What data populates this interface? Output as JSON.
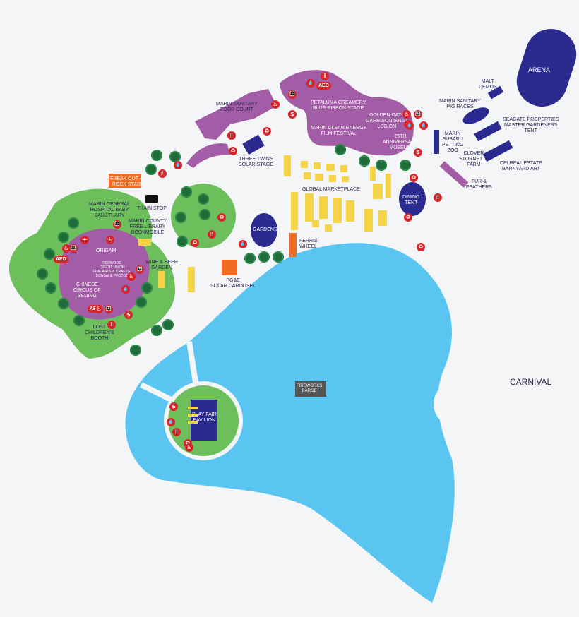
{
  "colors": {
    "background": "#f4f5f7",
    "lake": "#5bc5f2",
    "green": "#6dbf5b",
    "purple": "#a35ca6",
    "navy": "#2a2a8f",
    "booth_yellow": "#f5d547",
    "orange": "#f26b22",
    "red_pin": "#d6262b",
    "barge_gray": "#555555",
    "tree_dark": "#1f6b3a"
  },
  "labels": {
    "arena": "ARENA",
    "malt_demos": "MALT\nDEMOS",
    "pig_races": "MARIN SANITARY\nPIG RACES",
    "seagate": "SEAGATE PROPERTIES\nMASTER GARDENERS\nTENT",
    "cpi": "CPI REAL ESTATE\nBARNYARD ART",
    "clover": "CLOVER\nSTORNETTA\nFARM",
    "subaru": "MARIN\nSUBARU\nPETTING\nZOO",
    "fur": "FUR &\nFEATHERS",
    "dining": "DINING\nTENT",
    "petaluma": "PETALUMA CREAMERY\nBLUE RIBBON STAGE",
    "golden_gate": "GOLDEN GATE\nGARRISON 501ST\nLEGION",
    "anniversary": "75TH\nANNIVERSARY\nMUSEUM",
    "film": "MARIN CLEAN ENERGY\nFILM FESTIVAL",
    "food_court": "MARIN SANITARY\nFOOD COURT",
    "three_twins": "THREE TWINS\nSOLAR STAGE",
    "global": "GLOBAL MARKETPLACE",
    "freak_out": "FREAK OUT +\nROCK STAR",
    "train": "TRAIN STOP",
    "hospital": "MARIN GENERAL\nHOSPITAL BABY\nSANCTUARY",
    "library": "MARIN COUNTY\nFREE LIBRARY\nBOOKMOBILE",
    "origami": "ORIGAMI",
    "redwood": "REDWOOD\nCREDIT UNION\nFINE ARTS & CRAFTS,\nBONSAI & PHOTOS",
    "chinese": "CHINESE\nCIRCUS OF\nBEIJING",
    "wine": "WINE & BEER\nGARDEN",
    "gardens": "GARDENS",
    "ferris": "FERRIS\nWHEEL",
    "carousel": "PG&E\nSOLAR CAROUSEL",
    "lost": "LOST\nCHILDREN'S\nBOOTH",
    "barge": "FIREWORKS\nBARGE",
    "pavilion": "PLAY FAIR\nPAVILION",
    "carnival": "CARNIVAL"
  },
  "markers": {
    "aed": "AED",
    "info": "i",
    "restroom": "♿",
    "food": "🍴",
    "money": "$",
    "water": "💧",
    "recycle": "♻",
    "firstaid": "+",
    "family": "👪"
  },
  "icons": {
    "train": "train-icon",
    "info": "info-icon",
    "aed": "aed-icon",
    "accessible": "accessible-restroom-icon",
    "atm": "atm-icon",
    "water": "water-station-icon",
    "recycle": "recycle-icon",
    "food": "food-icon",
    "first_aid": "first-aid-icon"
  }
}
